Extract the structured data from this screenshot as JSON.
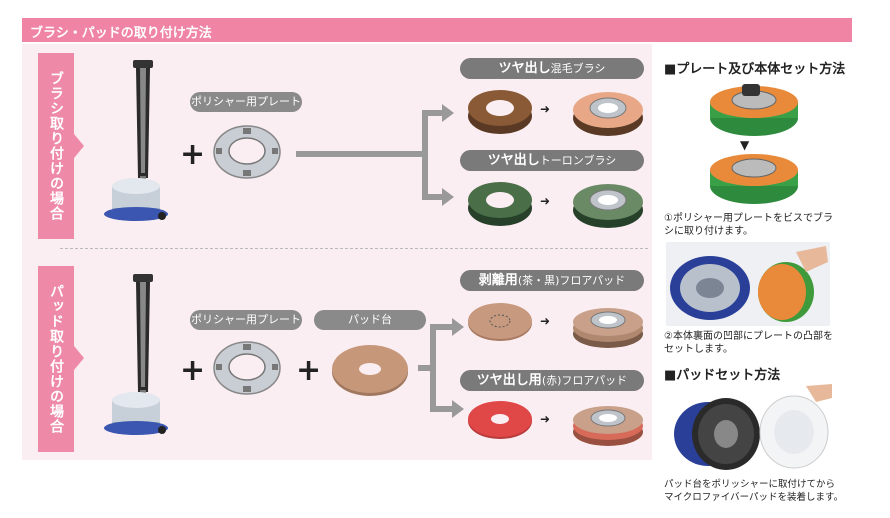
{
  "header": {
    "title": "ブラシ・パッドの取り付け方法"
  },
  "brush_section": {
    "side_label": "ブラシ取り付けの場合",
    "plate_label": "ポリシャー用プレート",
    "results": [
      {
        "label_bold": "ツヤ出し",
        "label_small": "混毛ブラシ"
      },
      {
        "label_bold": "ツヤ出し",
        "label_small": "トーロンブラシ"
      }
    ]
  },
  "pad_section": {
    "side_label": "パッド取り付けの場合",
    "plate_label": "ポリシャー用プレート",
    "pad_base_label": "パッド台",
    "results": [
      {
        "label_bold": "剥離用",
        "label_mid": "(茶・黒)",
        "label_small": "フロアパッド"
      },
      {
        "label_bold": "ツヤ出し用",
        "label_mid": "(赤)",
        "label_small": "フロアパッド"
      }
    ]
  },
  "right_panel": {
    "plate_title": "■プレート及び本体セット方法",
    "step1": "①ポリシャー用プレートをビスでブラシに取り付けます。",
    "step2": "②本体裏面の凹部にプレートの凸部をセットします。",
    "pad_title": "■パッドセット方法",
    "pad_note_line1": "パッド台をポリッシャーに取付けてから",
    "pad_note_line2": "マイクロファイバーパッドを装着します。"
  },
  "colors": {
    "accent": "#ef84a4",
    "side": "#ee8aa8",
    "pill": "#8a8a8a",
    "connector": "#999999"
  }
}
